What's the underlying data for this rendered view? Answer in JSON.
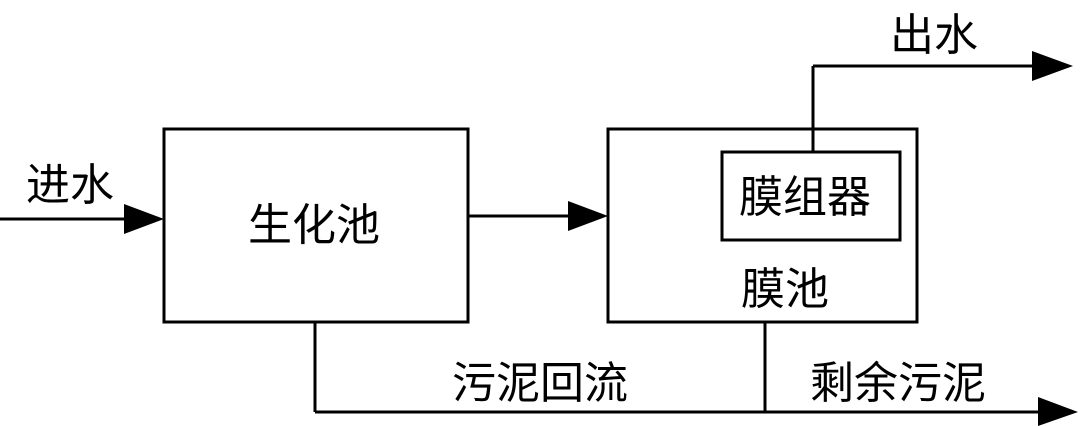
{
  "diagram": {
    "nodes": {
      "biochem_tank": "生化池",
      "membrane_tank": "膜池",
      "membrane_module": "膜组器"
    },
    "labels": {
      "inflow": "进水",
      "outflow": "出水",
      "sludge_return": "污泥回流",
      "excess_sludge": "剩余污泥"
    },
    "colors": {
      "line": "#000000",
      "background": "#ffffff"
    }
  }
}
